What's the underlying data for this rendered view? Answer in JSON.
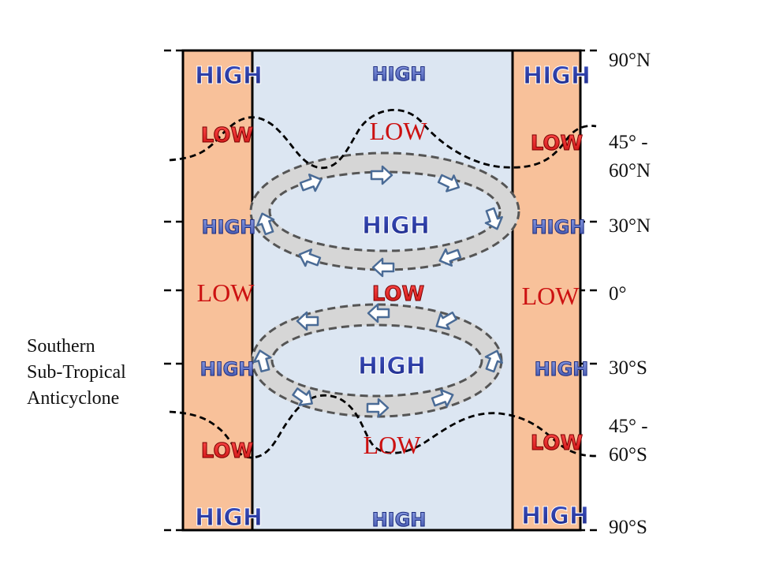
{
  "diagram": {
    "latitudes": {
      "n90": "90°N",
      "n45_line1": "45° -",
      "n45_line2": "60°N",
      "n30": "30°N",
      "equator": "0°",
      "s30": "30°S",
      "s45_line1": "45° -",
      "s45_line2": "60°S",
      "s90": "90°S"
    },
    "annotation": [
      "Southern",
      "Sub-Tropical",
      "Anticyclone"
    ],
    "systems": {
      "high": "HIGH",
      "low": "LOW"
    },
    "colors": {
      "land": "#f8c19a",
      "ocean": "#dce6f2",
      "high_fill": "#2e3fa8",
      "low_fill": "#ee2b2b",
      "low_plain": "#cc1111",
      "ring": "#d6d6d6",
      "arrow": "#4a6b96"
    }
  }
}
